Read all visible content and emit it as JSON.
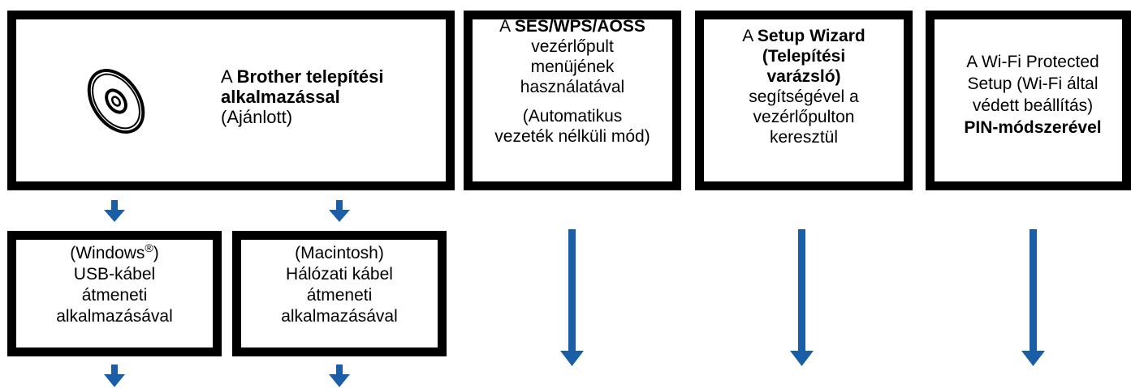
{
  "brother": {
    "prefix": "A ",
    "bold1": "Brother telepítési",
    "bold2": "alkalmazással",
    "note": "(Ajánlott)"
  },
  "ses": {
    "prefix": "A ",
    "bold": "SES/WPS/AOSS",
    "line2": "vezérlőpult",
    "line3": "menüjének",
    "line4": "használatával",
    "note1": "(Automatikus",
    "note2": "vezeték nélküli mód)"
  },
  "wizard": {
    "prefix": "A ",
    "bold1": "Setup Wizard",
    "bold2": "(Telepítési",
    "bold3": "varázsló)",
    "line4": "segítségével a",
    "line5": "vezérlőpulton",
    "line6": "keresztül"
  },
  "wps_pin": {
    "line1": "A Wi-Fi Protected",
    "line2": "Setup (Wi-Fi által",
    "line3": "védett beállítás)",
    "bold": "PIN-módszerével"
  },
  "windows": {
    "line1": "(Windows",
    "sup": "®",
    "line1_end": ")",
    "line2": "USB-kábel",
    "line3": "átmeneti",
    "line4": "alkalmazásával"
  },
  "mac": {
    "line1": "(Macintosh)",
    "line2": "Hálózati kábel",
    "line3": "átmeneti",
    "line4": "alkalmazásával"
  },
  "colors": {
    "arrow": "#1b5ea8",
    "border": "#000000"
  },
  "icons": {
    "disc": "cd-disc-icon"
  }
}
